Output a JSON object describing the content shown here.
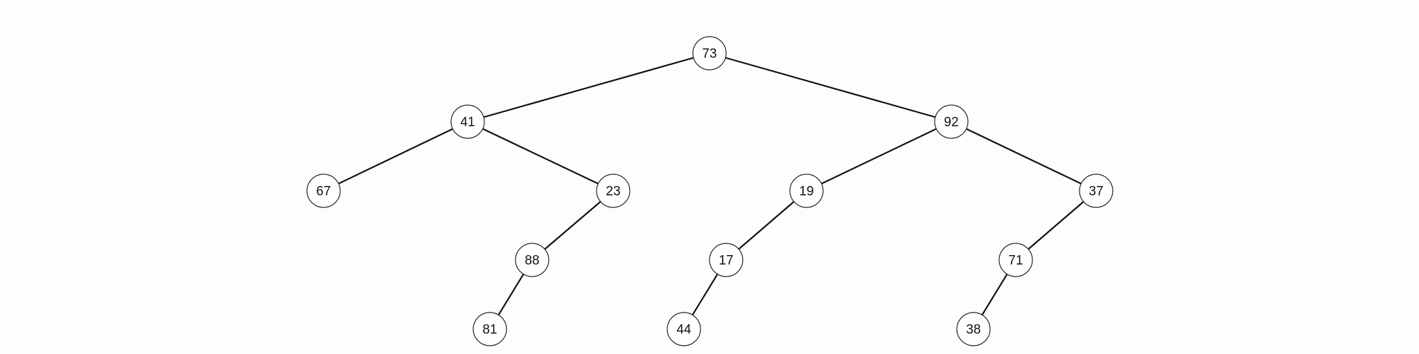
{
  "tree": {
    "nodes": [
      {
        "id": "n73",
        "label": "73"
      },
      {
        "id": "n41",
        "label": "41"
      },
      {
        "id": "n92",
        "label": "92"
      },
      {
        "id": "n67",
        "label": "67"
      },
      {
        "id": "n23",
        "label": "23"
      },
      {
        "id": "n19",
        "label": "19"
      },
      {
        "id": "n37",
        "label": "37"
      },
      {
        "id": "n88",
        "label": "88"
      },
      {
        "id": "n17",
        "label": "17"
      },
      {
        "id": "n71",
        "label": "71"
      },
      {
        "id": "n81",
        "label": "81"
      },
      {
        "id": "n44",
        "label": "44"
      },
      {
        "id": "n38",
        "label": "38"
      }
    ],
    "edges": [
      {
        "from": "n73",
        "to": "n41"
      },
      {
        "from": "n73",
        "to": "n92"
      },
      {
        "from": "n41",
        "to": "n67"
      },
      {
        "from": "n41",
        "to": "n23"
      },
      {
        "from": "n92",
        "to": "n19"
      },
      {
        "from": "n92",
        "to": "n37"
      },
      {
        "from": "n23",
        "to": "n88"
      },
      {
        "from": "n19",
        "to": "n17"
      },
      {
        "from": "n37",
        "to": "n71"
      },
      {
        "from": "n88",
        "to": "n81"
      },
      {
        "from": "n17",
        "to": "n44"
      },
      {
        "from": "n71",
        "to": "n38"
      }
    ]
  },
  "colors": {
    "background": "#fdfdfd",
    "edge": "#111111",
    "node_fill": "#ffffff",
    "node_stroke": "#222222",
    "text": "#111111"
  }
}
